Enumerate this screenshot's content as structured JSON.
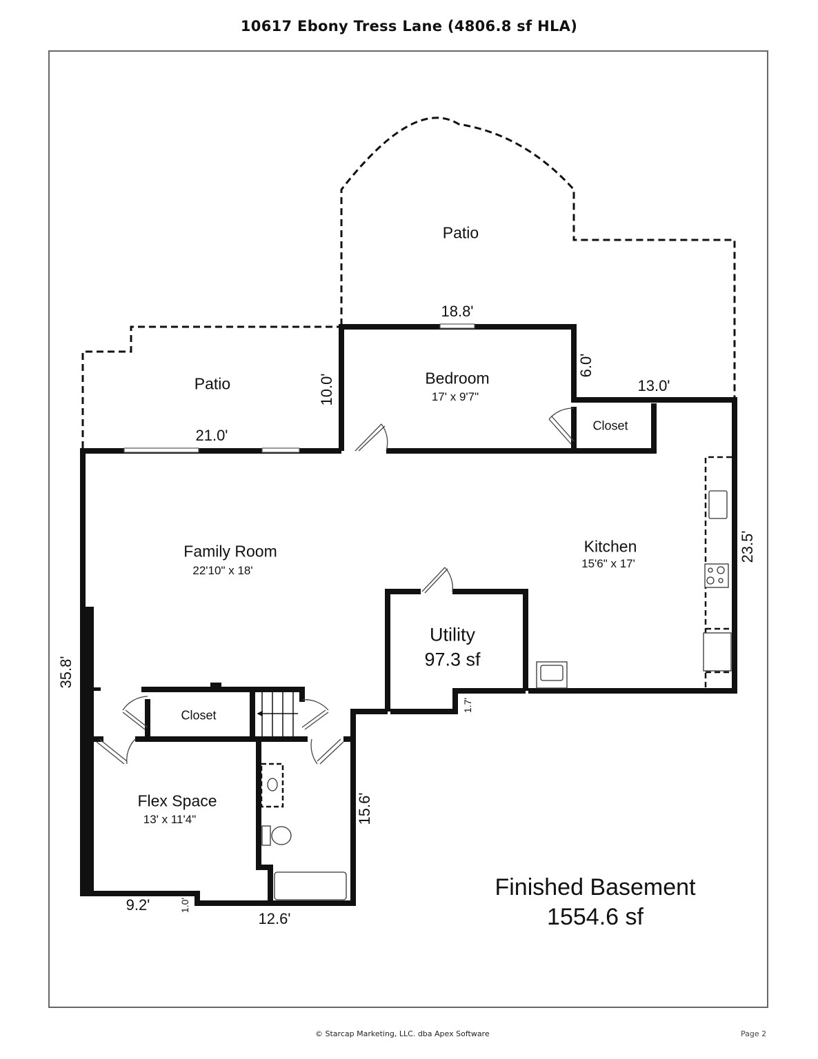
{
  "header": {
    "title": "10617 Ebony Tress Lane (4806.8 sf HLA)"
  },
  "rooms": {
    "patio_top": {
      "name": "Patio"
    },
    "patio_left": {
      "name": "Patio"
    },
    "bedroom": {
      "name": "Bedroom",
      "dimensions": "17' x 9'7\""
    },
    "bedroom_closet": {
      "name": "Closet"
    },
    "family_room": {
      "name": "Family Room",
      "dimensions": "22'10\" x 18'"
    },
    "kitchen": {
      "name": "Kitchen",
      "dimensions": "15'6\" x 17'"
    },
    "utility": {
      "name": "Utility",
      "area": "97.3 sf"
    },
    "hall_closet": {
      "name": "Closet"
    },
    "flex_space": {
      "name": "Flex Space",
      "dimensions": "13' x 11'4\""
    }
  },
  "measurements": {
    "bedroom_top": "18.8'",
    "bedroom_left": "10.0'",
    "bedroom_right": "6.0'",
    "closet_top": "13.0'",
    "patio_wall": "21.0'",
    "kitchen_right": "23.5'",
    "left_wall": "35.8'",
    "utility_step": "1.7'",
    "bath_right": "15.6'",
    "bottom_left": "9.2'",
    "bottom_step": "1.0'",
    "bottom_right": "12.6'"
  },
  "summary": {
    "level": "Finished Basement",
    "area": "1554.6 sf"
  },
  "footer": {
    "copyright": "© Starcap Marketing, LLC. dba Apex Software",
    "page": "Page 2"
  }
}
